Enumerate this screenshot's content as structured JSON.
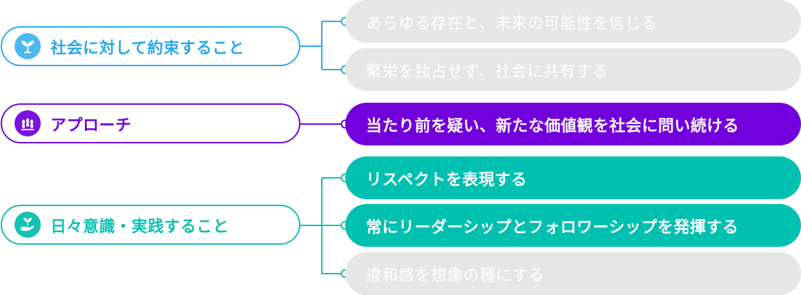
{
  "colors": {
    "blue": "#2aa9e8",
    "purple": "#7100dc",
    "teal": "#10bfae",
    "muted": "#e6e6e6"
  },
  "categories": [
    {
      "label": "社会に対して約束すること",
      "icon": "sprout-icon",
      "items": [
        {
          "text": "あらゆる存在と、未来の可能性を信じる",
          "highlighted": false
        },
        {
          "text": "繁栄を独占せず、社会に共有する",
          "highlighted": false
        }
      ]
    },
    {
      "label": "アプローチ",
      "icon": "wheat-icon",
      "items": [
        {
          "text": "当たり前を疑い、新たな価値観を社会に問い続ける",
          "highlighted": true
        }
      ]
    },
    {
      "label": "日々意識・実践すること",
      "icon": "hand-sprout-icon",
      "items": [
        {
          "text": "リスペクトを表現する",
          "highlighted": true
        },
        {
          "text": "常にリーダーシップとフォロワーシップを発揮する",
          "highlighted": true
        },
        {
          "text": "違和感を想像の種にする",
          "highlighted": false
        }
      ]
    }
  ]
}
